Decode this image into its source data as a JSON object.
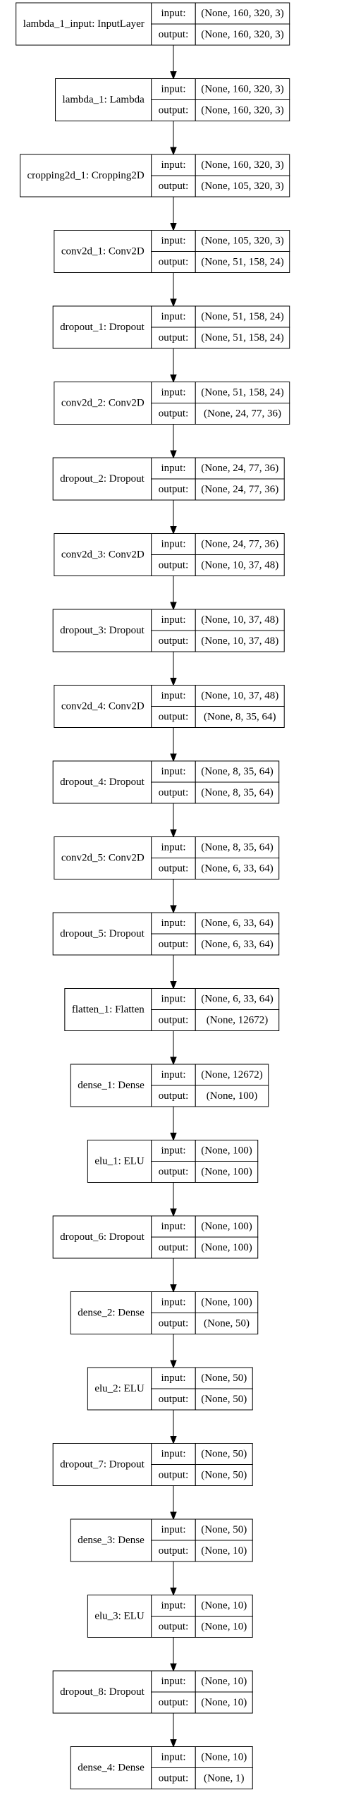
{
  "labels": {
    "input": "input:",
    "output": "output:"
  },
  "nodes": [
    {
      "name": "lambda_1_input: InputLayer",
      "input": "(None, 160, 320, 3)",
      "output": "(None, 160, 320, 3)"
    },
    {
      "name": "lambda_1: Lambda",
      "input": "(None, 160, 320, 3)",
      "output": "(None, 160, 320, 3)"
    },
    {
      "name": "cropping2d_1: Cropping2D",
      "input": "(None, 160, 320, 3)",
      "output": "(None, 105, 320, 3)"
    },
    {
      "name": "conv2d_1: Conv2D",
      "input": "(None, 105, 320, 3)",
      "output": "(None, 51, 158, 24)"
    },
    {
      "name": "dropout_1: Dropout",
      "input": "(None, 51, 158, 24)",
      "output": "(None, 51, 158, 24)"
    },
    {
      "name": "conv2d_2: Conv2D",
      "input": "(None, 51, 158, 24)",
      "output": "(None, 24, 77, 36)"
    },
    {
      "name": "dropout_2: Dropout",
      "input": "(None, 24, 77, 36)",
      "output": "(None, 24, 77, 36)"
    },
    {
      "name": "conv2d_3: Conv2D",
      "input": "(None, 24, 77, 36)",
      "output": "(None, 10, 37, 48)"
    },
    {
      "name": "dropout_3: Dropout",
      "input": "(None, 10, 37, 48)",
      "output": "(None, 10, 37, 48)"
    },
    {
      "name": "conv2d_4: Conv2D",
      "input": "(None, 10, 37, 48)",
      "output": "(None, 8, 35, 64)"
    },
    {
      "name": "dropout_4: Dropout",
      "input": "(None, 8, 35, 64)",
      "output": "(None, 8, 35, 64)"
    },
    {
      "name": "conv2d_5: Conv2D",
      "input": "(None, 8, 35, 64)",
      "output": "(None, 6, 33, 64)"
    },
    {
      "name": "dropout_5: Dropout",
      "input": "(None, 6, 33, 64)",
      "output": "(None, 6, 33, 64)"
    },
    {
      "name": "flatten_1: Flatten",
      "input": "(None, 6, 33, 64)",
      "output": "(None, 12672)"
    },
    {
      "name": "dense_1: Dense",
      "input": "(None, 12672)",
      "output": "(None, 100)"
    },
    {
      "name": "elu_1: ELU",
      "input": "(None, 100)",
      "output": "(None, 100)"
    },
    {
      "name": "dropout_6: Dropout",
      "input": "(None, 100)",
      "output": "(None, 100)"
    },
    {
      "name": "dense_2: Dense",
      "input": "(None, 100)",
      "output": "(None, 50)"
    },
    {
      "name": "elu_2: ELU",
      "input": "(None, 50)",
      "output": "(None, 50)"
    },
    {
      "name": "dropout_7: Dropout",
      "input": "(None, 50)",
      "output": "(None, 50)"
    },
    {
      "name": "dense_3: Dense",
      "input": "(None, 50)",
      "output": "(None, 10)"
    },
    {
      "name": "elu_3: ELU",
      "input": "(None, 10)",
      "output": "(None, 10)"
    },
    {
      "name": "dropout_8: Dropout",
      "input": "(None, 10)",
      "output": "(None, 10)"
    },
    {
      "name": "dense_4: Dense",
      "input": "(None, 10)",
      "output": "(None, 1)"
    }
  ]
}
